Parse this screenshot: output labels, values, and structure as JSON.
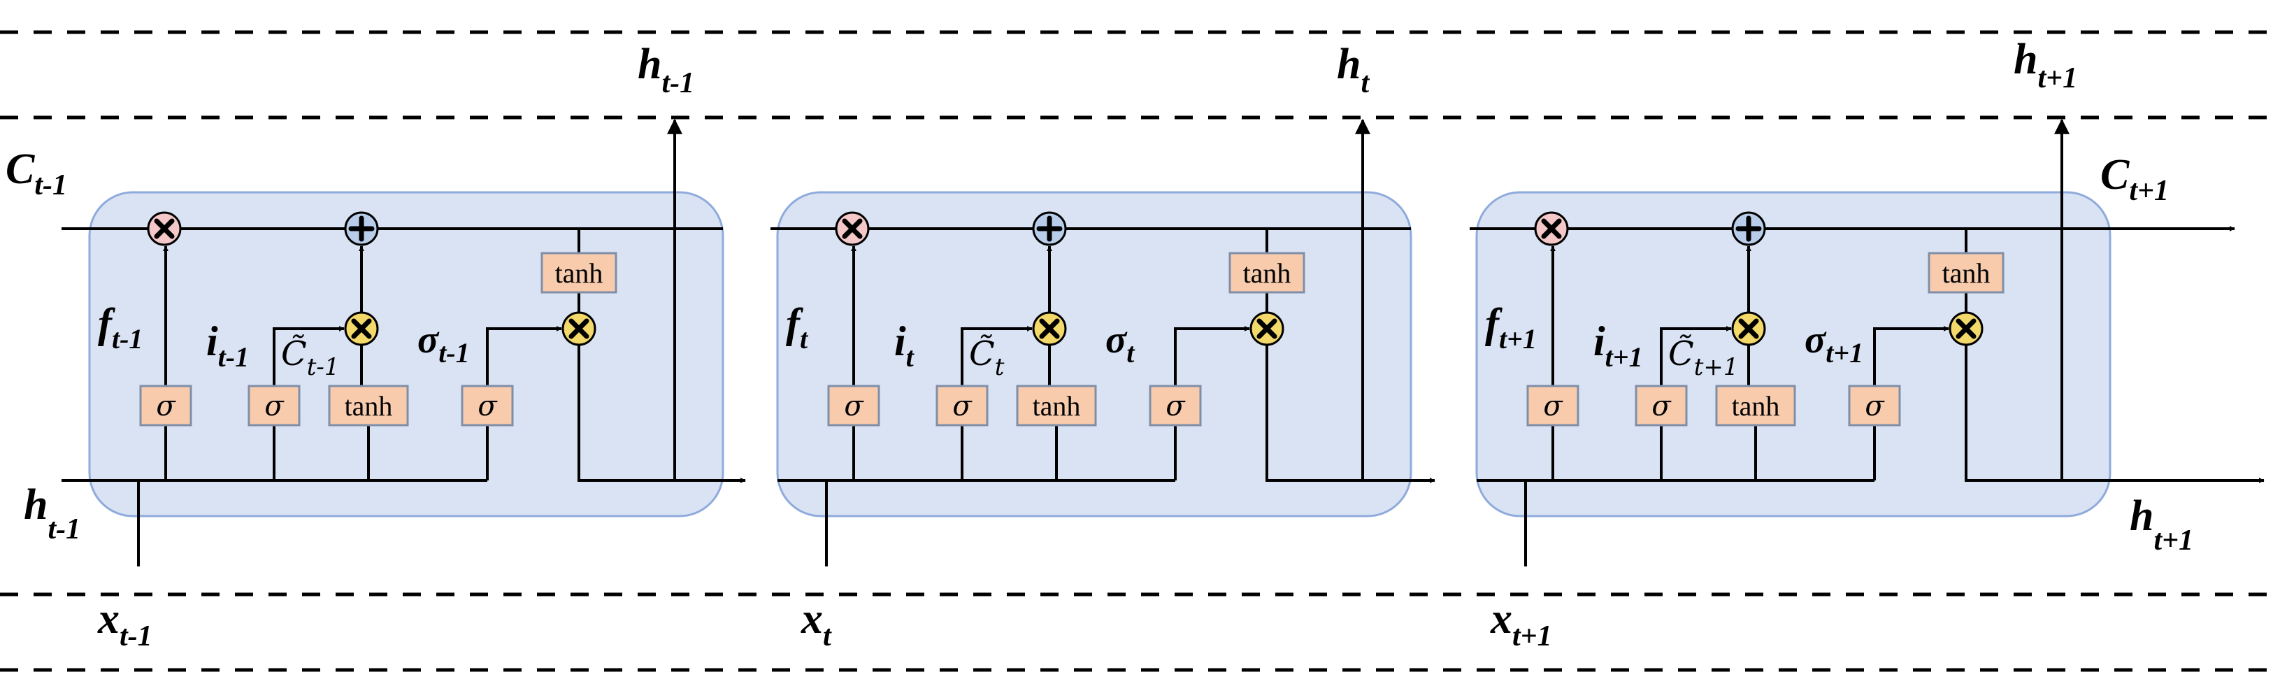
{
  "labels": {
    "c_prev": {
      "main": "C",
      "sub": "t-1"
    },
    "c_next": {
      "main": "C",
      "sub": "t+1"
    },
    "h_in": {
      "main": "h",
      "sub": "t-1"
    },
    "h_out": {
      "main": "h",
      "sub": "t+1"
    },
    "top_outputs": [
      {
        "main": "h",
        "sub": "t-1"
      },
      {
        "main": "h",
        "sub": "t"
      },
      {
        "main": "h",
        "sub": "t+1"
      }
    ],
    "inputs": [
      {
        "main": "x",
        "sub": "t-1"
      },
      {
        "main": "x",
        "sub": "t"
      },
      {
        "main": "x",
        "sub": "t+1"
      }
    ]
  },
  "cells": [
    {
      "forget": {
        "main": "f",
        "sub": "t-1"
      },
      "input": {
        "main": "i",
        "sub": "t-1"
      },
      "candidate": {
        "main": "C̃",
        "sub": "t-1"
      },
      "output": {
        "main": "σ",
        "sub": "t-1"
      },
      "sigma": "σ",
      "tanh": "tanh"
    },
    {
      "forget": {
        "main": "f",
        "sub": "t"
      },
      "input": {
        "main": "i",
        "sub": "t"
      },
      "candidate": {
        "main": "C̃",
        "sub": "t"
      },
      "output": {
        "main": "σ",
        "sub": "t"
      },
      "sigma": "σ",
      "tanh": "tanh"
    },
    {
      "forget": {
        "main": "f",
        "sub": "t+1"
      },
      "input": {
        "main": "i",
        "sub": "t+1"
      },
      "candidate": {
        "main": "C̃",
        "sub": "t+1"
      },
      "output": {
        "main": "σ",
        "sub": "t+1"
      },
      "sigma": "σ",
      "tanh": "tanh"
    }
  ],
  "colors": {
    "cell_fill": "#dae3f3",
    "gate_fill": "#f8cbad",
    "multiply_forget": "#f4c7c8",
    "multiply_gate": "#f3d86a",
    "add_node": "#b8cdea"
  }
}
